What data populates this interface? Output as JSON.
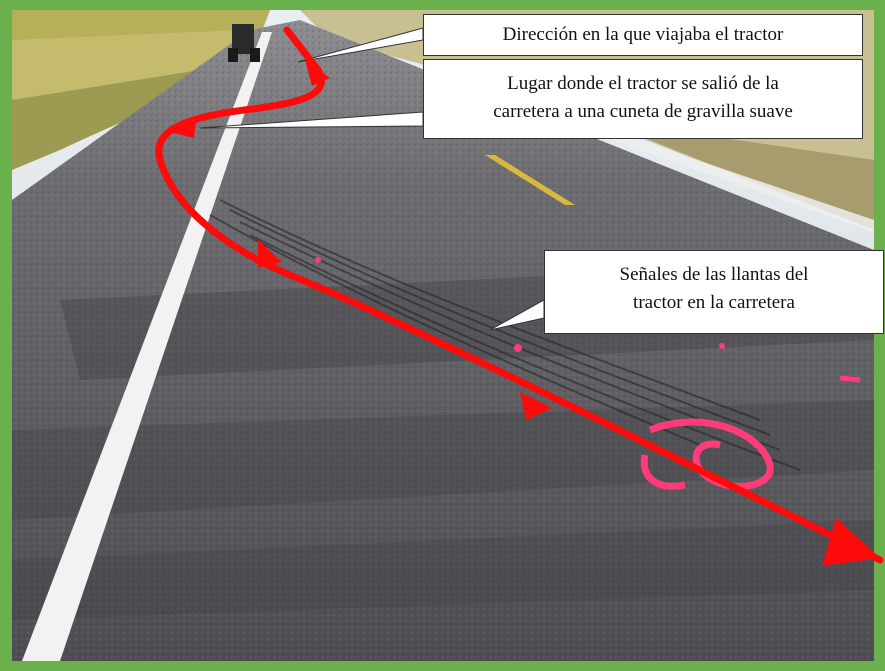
{
  "photo": {
    "subject": "road-with-tractor-tire-marks",
    "colors": {
      "border": "#6ab04c",
      "arrow": "#ff0a0a",
      "paint_marks": "#ff3b7a",
      "asphalt": "#58575a"
    }
  },
  "annotations": {
    "direction": {
      "text": "Dirección en la que viajaba el tractor"
    },
    "exit_point": {
      "line1": "Lugar donde el tractor se salió de la",
      "line2": "carretera a una cuneta de gravilla suave"
    },
    "tire_marks": {
      "line1": "Señales de las llantas del",
      "line2": "tractor en la carretera"
    }
  }
}
